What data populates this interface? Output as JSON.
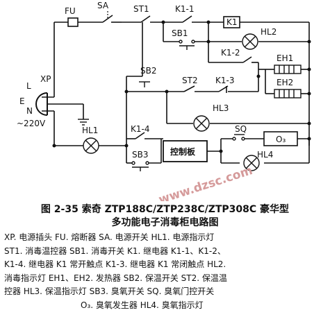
{
  "labels": {
    "fu": "FU",
    "sa": "SA",
    "st1": "ST1",
    "k1_1": "K1-1",
    "k1": "K1",
    "sb1": "SB1",
    "hl2": "HL2",
    "k1_2": "K1-2",
    "eh1": "EH1",
    "eh2": "EH2",
    "sb2": "SB2",
    "st2": "ST2",
    "k1_3": "K1-3",
    "hl3": "HL3",
    "xp": "XP",
    "l": "L",
    "e": "E",
    "n": "N",
    "voltage": "~220V",
    "hl1": "HL1",
    "k1_4": "K1-4",
    "sq": "SQ",
    "o3": "O₃",
    "sb3": "SB3",
    "control_board": "控制板",
    "hl4": "HL4"
  },
  "watermark": "www.dzsc.com",
  "caption": {
    "line1": "图 2-35   索奇 ZTP188C/ZTP238C/ZTP308C 豪华型",
    "line2": "多功能电子消毒柜电路图"
  },
  "legend": [
    "XP. 电源插头   FU. 熔断器   SA. 电源开关   HL1. 电源指示灯",
    "ST1. 消毒温控器   SB1. 消毒开关   K1. 继电器   K1-1、K1-2、",
    "K1-4. 继电器 K1 常开触点   K1-3. 继电器 K1 常闭触点   HL2.",
    "消毒指示灯   EH1、EH2. 发热器   SB2. 保温开关   ST2. 保温温",
    "控器   HL3. 保温指示灯   SB3. 臭氧开关   SQ. 臭氧门控开关",
    "O₃. 臭氧发生器   HL4. 臭氧指示灯"
  ]
}
